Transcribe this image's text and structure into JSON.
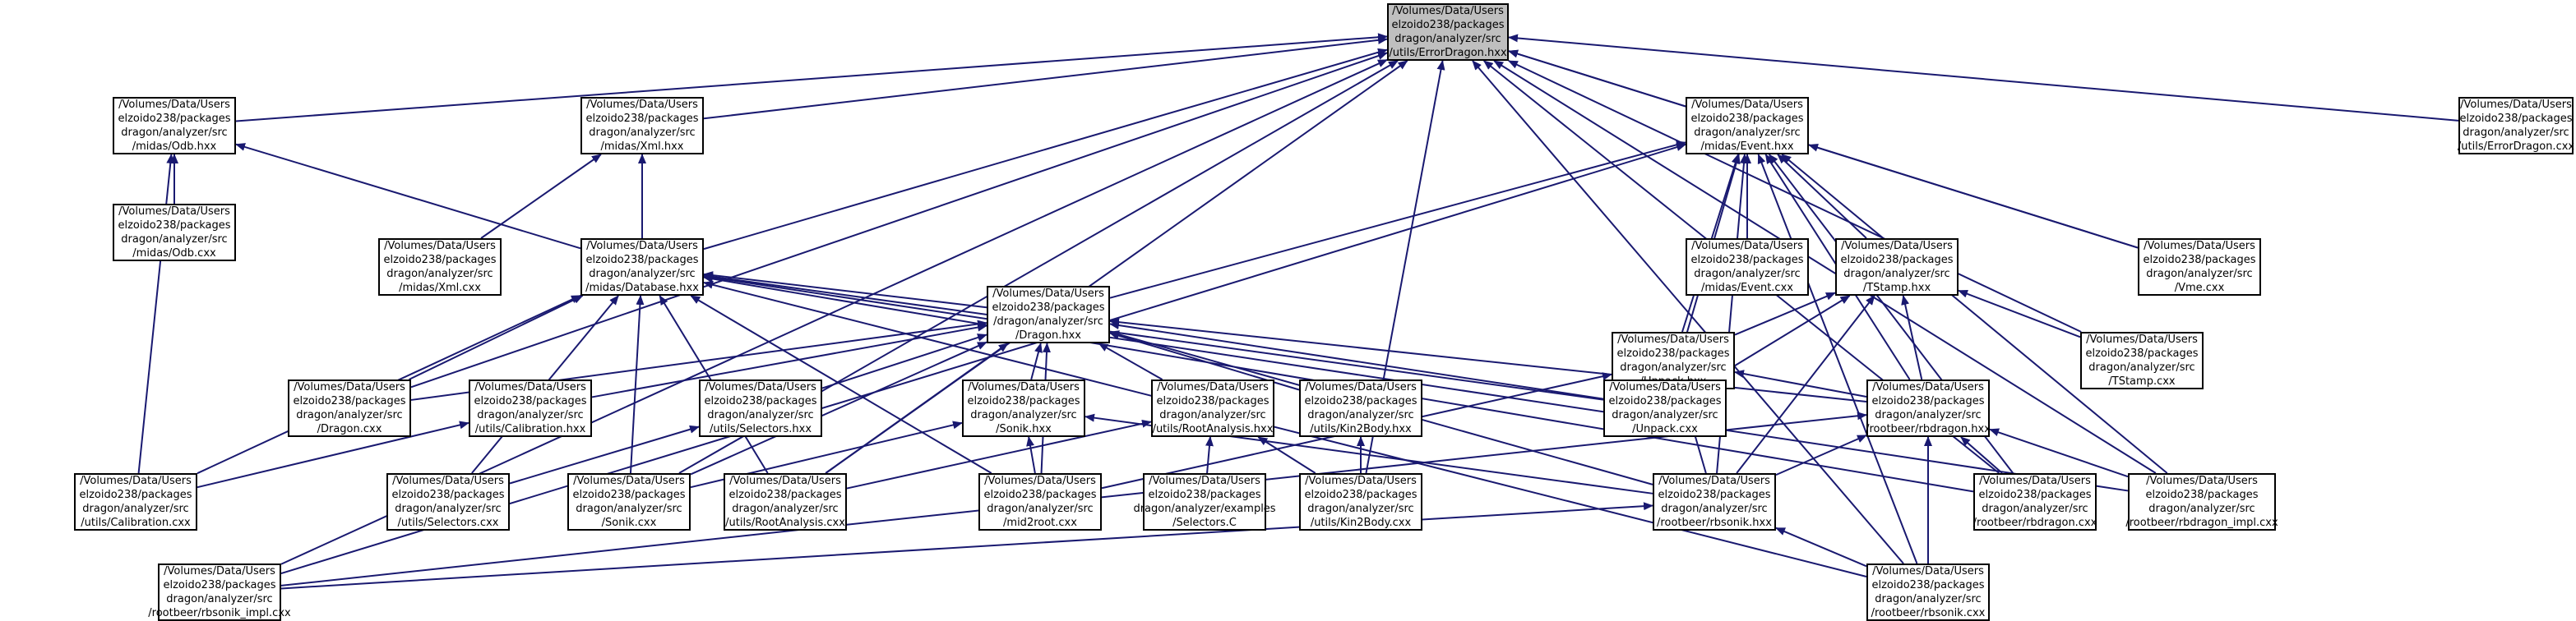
{
  "diagram": {
    "type": "include-dependency-graph",
    "colors": {
      "edge": "#191970",
      "node_border": "#000000",
      "node_fill": "#ffffff",
      "root_fill": "#bfbfbf"
    },
    "nodes": [
      {
        "id": "errordragon_hxx",
        "lines": [
          "/Volumes/Data/Users",
          "elzoido238/packages",
          "dragon/analyzer/src",
          "/utils/ErrorDragon.hxx"
        ],
        "root": true
      },
      {
        "id": "odb_hxx",
        "lines": [
          "/Volumes/Data/Users",
          "elzoido238/packages",
          "dragon/analyzer/src",
          "/midas/Odb.hxx"
        ]
      },
      {
        "id": "xml_hxx",
        "lines": [
          "/Volumes/Data/Users",
          "elzoido238/packages",
          "dragon/analyzer/src",
          "/midas/Xml.hxx"
        ]
      },
      {
        "id": "event_hxx",
        "lines": [
          "/Volumes/Data/Users",
          "elzoido238/packages",
          "dragon/analyzer/src",
          "/midas/Event.hxx"
        ]
      },
      {
        "id": "errordragon_cxx",
        "lines": [
          "/Volumes/Data/Users",
          "elzoido238/packages",
          "dragon/analyzer/src",
          "/utils/ErrorDragon.cxx"
        ]
      },
      {
        "id": "odb_cxx",
        "lines": [
          "/Volumes/Data/Users",
          "elzoido238/packages",
          "dragon/analyzer/src",
          "/midas/Odb.cxx"
        ]
      },
      {
        "id": "xml_cxx",
        "lines": [
          "/Volumes/Data/Users",
          "elzoido238/packages",
          "dragon/analyzer/src",
          "/midas/Xml.cxx"
        ]
      },
      {
        "id": "database_hxx",
        "lines": [
          "/Volumes/Data/Users",
          "elzoido238/packages",
          "dragon/analyzer/src",
          "/midas/Database.hxx"
        ]
      },
      {
        "id": "event_cxx",
        "lines": [
          "/Volumes/Data/Users",
          "elzoido238/packages",
          "dragon/analyzer/src",
          "/midas/Event.cxx"
        ]
      },
      {
        "id": "tstamp_hxx",
        "lines": [
          "/Volumes/Data/Users",
          "elzoido238/packages",
          "dragon/analyzer/src",
          "/TStamp.hxx"
        ]
      },
      {
        "id": "vme_cxx",
        "lines": [
          "/Volumes/Data/Users",
          "elzoido238/packages",
          "dragon/analyzer/src",
          "/Vme.cxx"
        ]
      },
      {
        "id": "dragon_hxx",
        "lines": [
          "/Volumes/Data/Users",
          "elzoido238/packages",
          "/dragon/analyzer/src",
          "/Dragon.hxx"
        ]
      },
      {
        "id": "unpack_hxx",
        "lines": [
          "/Volumes/Data/Users",
          "elzoido238/packages",
          "dragon/analyzer/src",
          "/Unpack.hxx"
        ]
      },
      {
        "id": "tstamp_cxx",
        "lines": [
          "/Volumes/Data/Users",
          "elzoido238/packages",
          "dragon/analyzer/src",
          "/TStamp.cxx"
        ]
      },
      {
        "id": "dragon_cxx",
        "lines": [
          "/Volumes/Data/Users",
          "elzoido238/packages",
          "dragon/analyzer/src",
          "/Dragon.cxx"
        ]
      },
      {
        "id": "calibration_hxx",
        "lines": [
          "/Volumes/Data/Users",
          "elzoido238/packages",
          "dragon/analyzer/src",
          "/utils/Calibration.hxx"
        ]
      },
      {
        "id": "selectors_hxx",
        "lines": [
          "/Volumes/Data/Users",
          "elzoido238/packages",
          "dragon/analyzer/src",
          "/utils/Selectors.hxx"
        ]
      },
      {
        "id": "sonik_hxx",
        "lines": [
          "/Volumes/Data/Users",
          "elzoido238/packages",
          "dragon/analyzer/src",
          "/Sonik.hxx"
        ]
      },
      {
        "id": "rootanalysis_hxx",
        "lines": [
          "/Volumes/Data/Users",
          "elzoido238/packages",
          "dragon/analyzer/src",
          "/utils/RootAnalysis.hxx"
        ]
      },
      {
        "id": "kin2body_hxx",
        "lines": [
          "/Volumes/Data/Users",
          "elzoido238/packages",
          "dragon/analyzer/src",
          "/utils/Kin2Body.hxx"
        ]
      },
      {
        "id": "unpack_cxx",
        "lines": [
          "/Volumes/Data/Users",
          "elzoido238/packages",
          "dragon/analyzer/src",
          "/Unpack.cxx"
        ]
      },
      {
        "id": "rbdragon_hxx",
        "lines": [
          "/Volumes/Data/Users",
          "elzoido238/packages",
          "dragon/analyzer/src",
          "/rootbeer/rbdragon.hxx"
        ]
      },
      {
        "id": "calibration_cxx",
        "lines": [
          "/Volumes/Data/Users",
          "elzoido238/packages",
          "dragon/analyzer/src",
          "/utils/Calibration.cxx"
        ]
      },
      {
        "id": "selectors_cxx",
        "lines": [
          "/Volumes/Data/Users",
          "elzoido238/packages",
          "dragon/analyzer/src",
          "/utils/Selectors.cxx"
        ]
      },
      {
        "id": "sonik_cxx",
        "lines": [
          "/Volumes/Data/Users",
          "elzoido238/packages",
          "dragon/analyzer/src",
          "/Sonik.cxx"
        ]
      },
      {
        "id": "rootanalysis_cxx",
        "lines": [
          "/Volumes/Data/Users",
          "elzoido238/packages",
          "dragon/analyzer/src",
          "/utils/RootAnalysis.cxx"
        ]
      },
      {
        "id": "mid2root_cxx",
        "lines": [
          "/Volumes/Data/Users",
          "elzoido238/packages",
          "dragon/analyzer/src",
          "/mid2root.cxx"
        ]
      },
      {
        "id": "selectors_c",
        "lines": [
          "/Volumes/Data/Users",
          "elzoido238/packages",
          "dragon/analyzer/examples",
          "/Selectors.C"
        ]
      },
      {
        "id": "kin2body_cxx",
        "lines": [
          "/Volumes/Data/Users",
          "elzoido238/packages",
          "dragon/analyzer/src",
          "/utils/Kin2Body.cxx"
        ]
      },
      {
        "id": "rbsonik_hxx",
        "lines": [
          "/Volumes/Data/Users",
          "elzoido238/packages",
          "dragon/analyzer/src",
          "/rootbeer/rbsonik.hxx"
        ]
      },
      {
        "id": "rbdragon_cxx",
        "lines": [
          "/Volumes/Data/Users",
          "elzoido238/packages",
          "dragon/analyzer/src",
          "/rootbeer/rbdragon.cxx"
        ]
      },
      {
        "id": "rbdragon_impl_cxx",
        "lines": [
          "/Volumes/Data/Users",
          "elzoido238/packages",
          "dragon/analyzer/src",
          "/rootbeer/rbdragon_impl.cxx"
        ]
      },
      {
        "id": "rbsonik_impl_cxx",
        "lines": [
          "/Volumes/Data/Users",
          "elzoido238/packages",
          "dragon/analyzer/src",
          "/rootbeer/rbsonik_impl.cxx"
        ]
      },
      {
        "id": "rbsonik_cxx",
        "lines": [
          "/Volumes/Data/Users",
          "elzoido238/packages",
          "dragon/analyzer/src",
          "/rootbeer/rbsonik.cxx"
        ]
      }
    ],
    "edges": [
      [
        "odb_hxx",
        "errordragon_hxx"
      ],
      [
        "xml_hxx",
        "errordragon_hxx"
      ],
      [
        "event_hxx",
        "errordragon_hxx"
      ],
      [
        "errordragon_cxx",
        "errordragon_hxx"
      ],
      [
        "database_hxx",
        "errordragon_hxx"
      ],
      [
        "vme_cxx",
        "errordragon_hxx"
      ],
      [
        "tstamp_cxx",
        "errordragon_hxx"
      ],
      [
        "rbdragon_cxx",
        "errordragon_hxx"
      ],
      [
        "rbdragon_impl_cxx",
        "errordragon_hxx"
      ],
      [
        "rbsonik_cxx",
        "errordragon_hxx"
      ],
      [
        "rbsonik_impl_cxx",
        "errordragon_hxx"
      ],
      [
        "dragon_cxx",
        "errordragon_hxx"
      ],
      [
        "sonik_cxx",
        "errordragon_hxx"
      ],
      [
        "rootanalysis_cxx",
        "errordragon_hxx"
      ],
      [
        "kin2body_cxx",
        "errordragon_hxx"
      ],
      [
        "odb_cxx",
        "odb_hxx"
      ],
      [
        "database_hxx",
        "odb_hxx"
      ],
      [
        "calibration_cxx",
        "odb_hxx"
      ],
      [
        "xml_cxx",
        "xml_hxx"
      ],
      [
        "database_hxx",
        "xml_hxx"
      ],
      [
        "event_cxx",
        "event_hxx"
      ],
      [
        "tstamp_hxx",
        "event_hxx"
      ],
      [
        "vme_cxx",
        "event_hxx"
      ],
      [
        "dragon_hxx",
        "event_hxx"
      ],
      [
        "unpack_hxx",
        "event_hxx"
      ],
      [
        "unpack_cxx",
        "event_hxx"
      ],
      [
        "rbdragon_hxx",
        "event_hxx"
      ],
      [
        "rbsonik_hxx",
        "event_hxx"
      ],
      [
        "rbdragon_cxx",
        "event_hxx"
      ],
      [
        "rbdragon_impl_cxx",
        "event_hxx"
      ],
      [
        "rbsonik_cxx",
        "event_hxx"
      ],
      [
        "rbsonik_impl_cxx",
        "event_hxx"
      ],
      [
        "dragon_hxx",
        "database_hxx"
      ],
      [
        "dragon_cxx",
        "database_hxx"
      ],
      [
        "calibration_cxx",
        "database_hxx"
      ],
      [
        "selectors_cxx",
        "database_hxx"
      ],
      [
        "sonik_cxx",
        "database_hxx"
      ],
      [
        "rootanalysis_cxx",
        "database_hxx"
      ],
      [
        "mid2root_cxx",
        "database_hxx"
      ],
      [
        "unpack_cxx",
        "database_hxx"
      ],
      [
        "rbdragon_cxx",
        "database_hxx"
      ],
      [
        "rbdragon_impl_cxx",
        "database_hxx"
      ],
      [
        "rbsonik_cxx",
        "database_hxx"
      ],
      [
        "unpack_hxx",
        "tstamp_hxx"
      ],
      [
        "tstamp_cxx",
        "tstamp_hxx"
      ],
      [
        "rbdragon_hxx",
        "tstamp_hxx"
      ],
      [
        "unpack_cxx",
        "tstamp_hxx"
      ],
      [
        "rbsonik_hxx",
        "tstamp_hxx"
      ],
      [
        "dragon_cxx",
        "dragon_hxx"
      ],
      [
        "calibration_hxx",
        "dragon_hxx"
      ],
      [
        "selectors_hxx",
        "dragon_hxx"
      ],
      [
        "sonik_hxx",
        "dragon_hxx"
      ],
      [
        "rootanalysis_hxx",
        "dragon_hxx"
      ],
      [
        "kin2body_hxx",
        "dragon_hxx"
      ],
      [
        "unpack_cxx",
        "dragon_hxx"
      ],
      [
        "rbdragon_hxx",
        "dragon_hxx"
      ],
      [
        "sonik_cxx",
        "dragon_hxx"
      ],
      [
        "mid2root_cxx",
        "dragon_hxx"
      ],
      [
        "rbsonik_hxx",
        "dragon_hxx"
      ],
      [
        "rootanalysis_cxx",
        "dragon_hxx"
      ],
      [
        "unpack_cxx",
        "unpack_hxx"
      ],
      [
        "rbdragon_hxx",
        "unpack_hxx"
      ],
      [
        "rbsonik_hxx",
        "unpack_hxx"
      ],
      [
        "mid2root_cxx",
        "unpack_hxx"
      ],
      [
        "calibration_cxx",
        "calibration_hxx"
      ],
      [
        "selectors_cxx",
        "selectors_hxx"
      ],
      [
        "sonik_cxx",
        "sonik_hxx"
      ],
      [
        "mid2root_cxx",
        "sonik_hxx"
      ],
      [
        "rbsonik_hxx",
        "sonik_hxx"
      ],
      [
        "rootanalysis_cxx",
        "rootanalysis_hxx"
      ],
      [
        "selectors_c",
        "rootanalysis_hxx"
      ],
      [
        "kin2body_cxx",
        "rootanalysis_hxx"
      ],
      [
        "kin2body_cxx",
        "kin2body_hxx"
      ],
      [
        "rbdragon_cxx",
        "rbdragon_hxx"
      ],
      [
        "rbdragon_impl_cxx",
        "rbdragon_hxx"
      ],
      [
        "rbsonik_hxx",
        "rbdragon_hxx"
      ],
      [
        "rbsonik_cxx",
        "rbdragon_hxx"
      ],
      [
        "rbsonik_impl_cxx",
        "rbdragon_hxx"
      ],
      [
        "rbsonik_cxx",
        "rbsonik_hxx"
      ],
      [
        "rbsonik_impl_cxx",
        "rbsonik_hxx"
      ]
    ]
  }
}
